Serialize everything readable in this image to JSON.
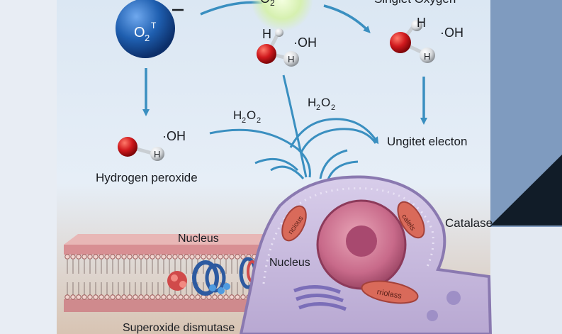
{
  "diagram": {
    "top_center_symbol": "O",
    "top_center_charge": "2",
    "superoxide": {
      "base": "O",
      "sub": "2",
      "sup": "T",
      "dash": "-"
    },
    "top_right_label": "Singlet Oxygen",
    "radical_label": "·OH",
    "atom_h": "H",
    "labels": {
      "hydrogen_peroxide": "Hydrogen peroxide",
      "ungitet_electon": "Ungitet electon",
      "catalase": "Catalase",
      "nucleus_left": "Nucleus",
      "nucleus_cell": "Nucleus",
      "superoxide_dismutase": "Superoxide dismutase"
    },
    "h2o2": {
      "base": "H",
      "sub1": "2",
      "mid": "O",
      "sub2": "2"
    },
    "organelles": {
      "mito_top_left": "ncious",
      "mito_top_right": "calels",
      "mito_bottom_right": "rriolass"
    }
  },
  "colors": {
    "arrow": "#3a8fc0",
    "oxygen": "#d0191d",
    "hydrogen": "#d9dcdf",
    "superoxide_sphere": "#1f5fb0",
    "cell_membrane": "#b9a7c9",
    "nucleus": "#c86a8a",
    "right_panel": "#7f9bbf",
    "dark_triangle": "#111c28"
  }
}
